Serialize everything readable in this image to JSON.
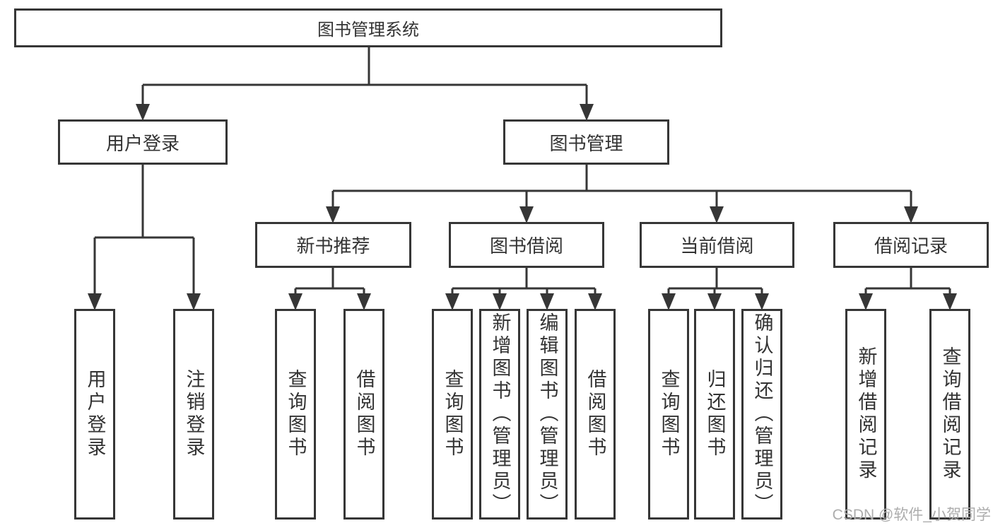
{
  "diagram": {
    "type": "hierarchy-tree",
    "root": {
      "label": "图书管理系统"
    },
    "level2": [
      {
        "label": "用户登录"
      },
      {
        "label": "图书管理"
      }
    ],
    "level3": [
      {
        "label": "新书推荐",
        "parent": "图书管理"
      },
      {
        "label": "图书借阅",
        "parent": "图书管理"
      },
      {
        "label": "当前借阅",
        "parent": "图书管理"
      },
      {
        "label": "借阅记录",
        "parent": "图书管理"
      }
    ],
    "leaves": [
      {
        "label": "用户登录",
        "parent": "用户登录"
      },
      {
        "label": "注销登录",
        "parent": "用户登录"
      },
      {
        "label": "查询图书",
        "parent": "新书推荐"
      },
      {
        "label": "借阅图书",
        "parent": "新书推荐"
      },
      {
        "label": "查询图书",
        "parent": "图书借阅"
      },
      {
        "label": "新增图书（管理员）",
        "parent": "图书借阅"
      },
      {
        "label": "编辑图书（管理员）",
        "parent": "图书借阅"
      },
      {
        "label": "借阅图书",
        "parent": "图书借阅"
      },
      {
        "label": "查询图书",
        "parent": "当前借阅"
      },
      {
        "label": "归还图书",
        "parent": "当前借阅"
      },
      {
        "label": "确认归还（管理员）",
        "parent": "当前借阅"
      },
      {
        "label": "新增借阅记录",
        "parent": "借阅记录"
      },
      {
        "label": "查询借阅记录",
        "parent": "借阅记录"
      }
    ],
    "watermark": "CSDN @软件_小贺同学",
    "colors": {
      "line": "#363636",
      "text": "#333333",
      "box_background": "#ffffff",
      "page_background": "#ffffff",
      "watermark": "#adadad"
    }
  }
}
